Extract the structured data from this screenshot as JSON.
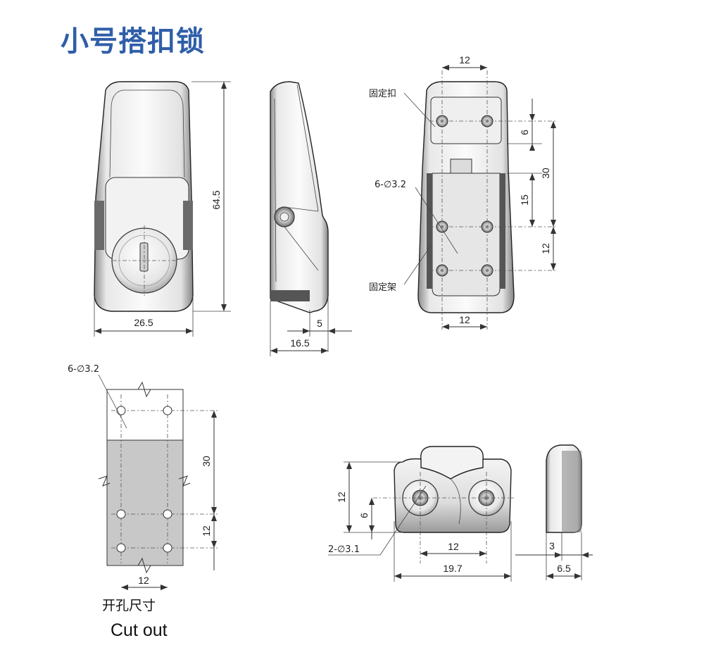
{
  "title": "小号搭扣锁",
  "dimensions": {
    "front_height": "64.5",
    "front_width": "26.5",
    "side_offset": "5",
    "side_depth": "16.5",
    "rear_top_spacing": "12",
    "rear_bottom_spacing": "12",
    "rear_dim_6": "6",
    "rear_dim_30": "30",
    "rear_dim_15": "15",
    "rear_dim_12": "12",
    "cut_vertical_30": "30",
    "cut_vertical_12": "12",
    "cut_spacing": "12",
    "keeper_height": "12",
    "keeper_hole_offset": "6",
    "keeper_hole_spacing": "12",
    "keeper_width": "19.7",
    "keeper_side_thickness": "3",
    "keeper_side_depth": "6.5"
  },
  "labels": {
    "fixed_buckle": "固定扣",
    "fixed_frame": "固定架",
    "holes_6": "6-∅3.2",
    "cut_holes_6": "6-∅3.2",
    "keeper_holes": "2-∅3.1"
  },
  "caption": {
    "cn": "开孔尺寸",
    "en": "Cut out"
  },
  "colors": {
    "title": "#2f5ea8",
    "cutout_fill": "#c8c8c8",
    "metal": "#e4e4e4"
  }
}
